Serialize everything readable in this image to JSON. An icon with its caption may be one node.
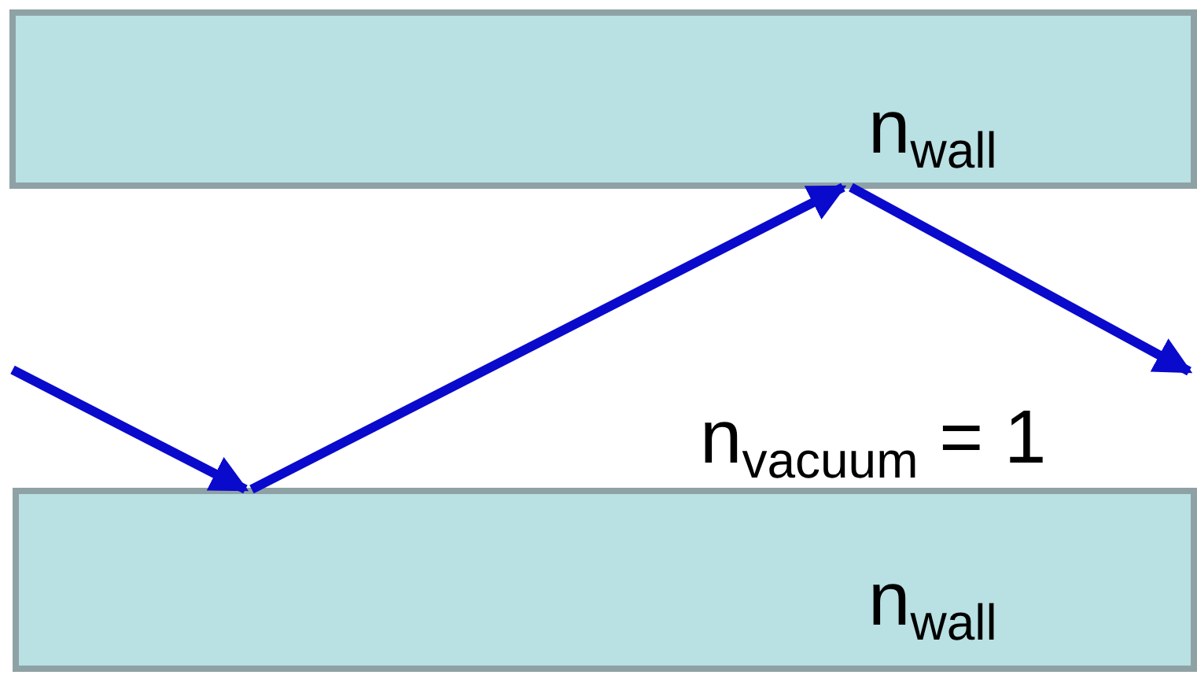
{
  "diagram": {
    "nodes": [
      {
        "text": [
          "n$_{wall}$"
        ]
      },
      {
        "text": [
          "n$_{wall}$"
        ]
      }
    ],
    "edges": [
      {
        "from": null,
        "to": 1,
        "arrow": "to"
      },
      {
        "from": 1,
        "to": 0,
        "arrow": "to"
      },
      {
        "from": 0,
        "to": null,
        "arrow": "to"
      }
    ],
    "labels": [
      "n$_{vacuum}$ = 1"
    ]
  }
}
